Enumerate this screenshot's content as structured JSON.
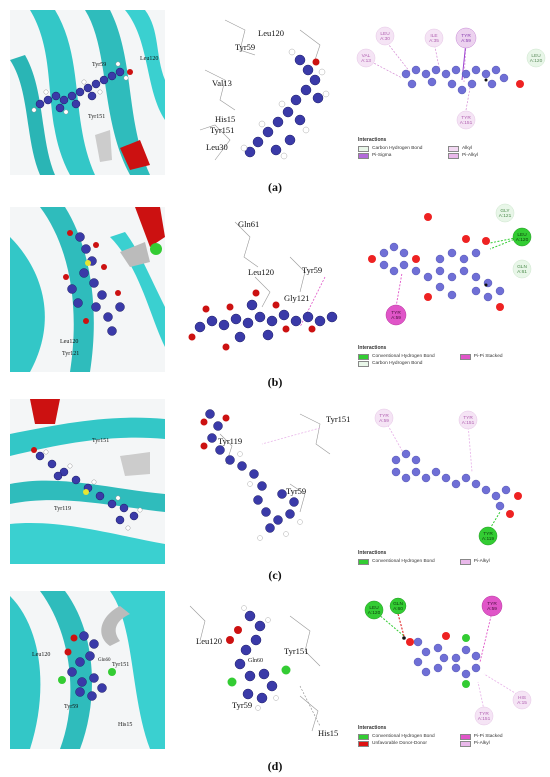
{
  "captions": [
    "(a)",
    "(b)",
    "(c)",
    "(d)"
  ],
  "panels": [
    {
      "mid_labels": [
        "Leu120",
        "Tyr59",
        "Val13",
        "His15",
        "Tyr151",
        "Leu30"
      ],
      "left_labels": [
        "Tyr59",
        "Leu120",
        "Tyr151"
      ],
      "residues": [
        {
          "line1": "LEU",
          "line2": "A:30"
        },
        {
          "line1": "ILE",
          "line2": "A:35"
        },
        {
          "line1": "TYR",
          "line2": "A:59"
        },
        {
          "line1": "VAL",
          "line2": "A:13"
        },
        {
          "line1": "LEU",
          "line2": "A:120"
        },
        {
          "line1": "TYR",
          "line2": "A:151"
        }
      ],
      "legend_title": "Interactions",
      "legend": [
        {
          "label": "Carbon Hydrogen Bond",
          "color": "#e8f6e8"
        },
        {
          "label": "Alkyl",
          "color": "#f3d9f3"
        },
        {
          "label": "Pi-Sigma",
          "color": "#b36ad9"
        },
        {
          "label": "Pi-Alkyl",
          "color": "#e9b8ea"
        }
      ]
    },
    {
      "mid_labels": [
        "Gln61",
        "Leu120",
        "Tyr59",
        "Gly121"
      ],
      "left_labels": [
        "Leu120",
        "Tyr121"
      ],
      "residues": [
        {
          "line1": "GLY",
          "line2": "A:121"
        },
        {
          "line1": "LEU",
          "line2": "A:120"
        },
        {
          "line1": "GLN",
          "line2": "A:61"
        },
        {
          "line1": "TYR",
          "line2": "A:59"
        }
      ],
      "legend_title": "Interactions",
      "legend": [
        {
          "label": "Conventional Hydrogen Bond",
          "color": "#33cc33"
        },
        {
          "label": "Pi-Pi Stacked",
          "color": "#e055c8"
        },
        {
          "label": "Carbon Hydrogen Bond",
          "color": "#e8f6e8"
        }
      ]
    },
    {
      "mid_labels": [
        "Tyr119",
        "Tyr151",
        "Tyr59"
      ],
      "left_labels": [
        "Tyr151",
        "Tyr119"
      ],
      "residues": [
        {
          "line1": "TYR",
          "line2": "A:59"
        },
        {
          "line1": "TYR",
          "line2": "A:151"
        },
        {
          "line1": "TYR",
          "line2": "A:119"
        }
      ],
      "legend_title": "Interactions",
      "legend": [
        {
          "label": "Conventional Hydrogen Bond",
          "color": "#33cc33"
        },
        {
          "label": "Pi-Alkyl",
          "color": "#e9b8ea"
        }
      ]
    },
    {
      "mid_labels": [
        "Leu120",
        "Gln60",
        "Tyr151",
        "Tyr59",
        "His15"
      ],
      "left_labels": [
        "Leu120",
        "Tyr151",
        "Tyr59",
        "His15",
        "Gln60"
      ],
      "residues": [
        {
          "line1": "LEU",
          "line2": "A:120"
        },
        {
          "line1": "GLN",
          "line2": "A:60"
        },
        {
          "line1": "TYR",
          "line2": "A:59"
        },
        {
          "line1": "HIS",
          "line2": "A:15"
        },
        {
          "line1": "TYR",
          "line2": "A:151"
        }
      ],
      "legend_title": "Interactions",
      "legend": [
        {
          "label": "Conventional Hydrogen Bond",
          "color": "#33cc33"
        },
        {
          "label": "Pi-Pi Stacked",
          "color": "#e055c8"
        },
        {
          "label": "Unfavorable Donor-Donor",
          "color": "#dd1111"
        },
        {
          "label": "Pi-Alkyl",
          "color": "#e9b8ea"
        }
      ]
    }
  ]
}
